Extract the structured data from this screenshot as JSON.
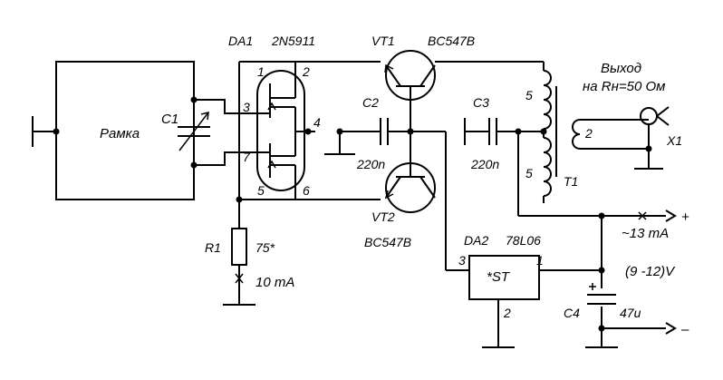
{
  "labels": {
    "loop": "Рамка",
    "c1": "C1",
    "da1": "DA1",
    "da1_part": "2N5911",
    "pin1": "1",
    "pin2": "2",
    "pin3": "3",
    "pin4": "4",
    "pin5": "5",
    "pin6": "6",
    "pin7": "7",
    "vt1": "VT1",
    "vt1_part": "BC547B",
    "vt2": "VT2",
    "vt2_part": "BC547B",
    "c2": "C2",
    "c2_value": "220n",
    "c3": "C3",
    "c3_value": "220n",
    "t1": "T1",
    "t1_turns_top": "5",
    "t1_turns_bottom": "5",
    "t1_turns_secondary": "2",
    "output_line1": "Выход",
    "output_line2": "на Rн=50 Ом",
    "x1": "X1",
    "r1": "R1",
    "r1_value": "75*",
    "r1_current": "10 mA",
    "da2": "DA2",
    "da2_part": "78L06",
    "da2_body": "*ST",
    "da2_pin1": "1",
    "da2_pin2": "2",
    "da2_pin3": "3",
    "supply_current": "~13 mA",
    "supply_voltage": "(9 -12)V",
    "c4": "C4",
    "c4_value": "47u",
    "plus": "+",
    "minus": "–"
  }
}
